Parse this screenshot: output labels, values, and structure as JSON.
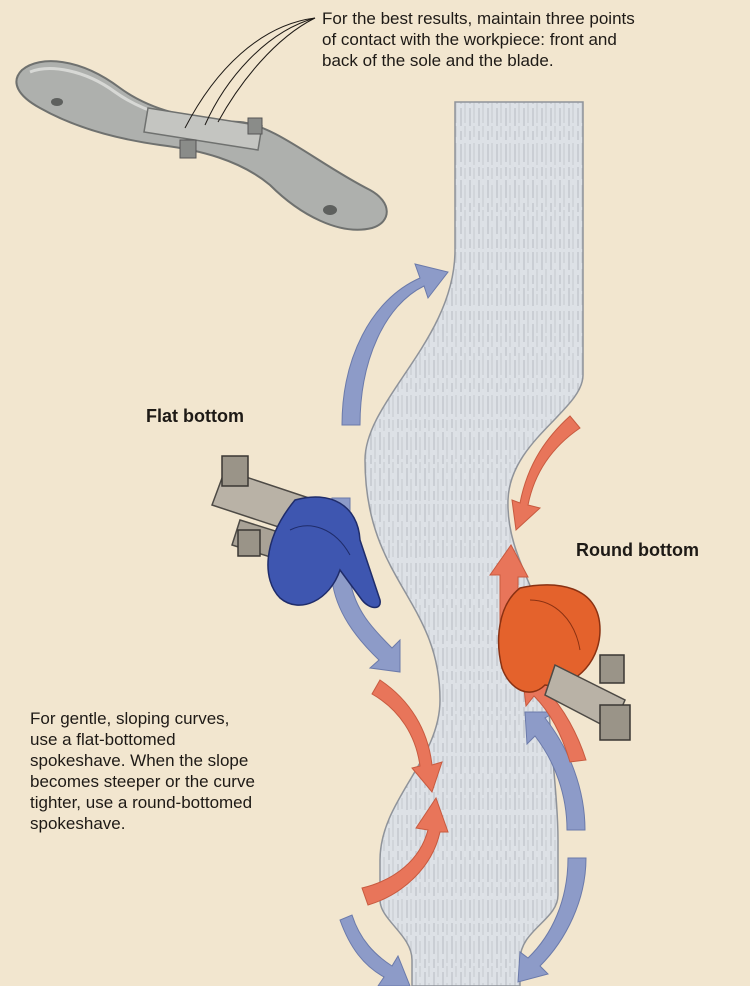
{
  "top_caption": "For the best results, maintain three points\nof contact with the workpiece: front and\nback of the sole and the blade.",
  "label_flat": "Flat bottom",
  "label_round": "Round bottom",
  "bottom_caption": "For gentle, sloping curves,\nuse a flat-bottomed\nspokeshave. When the slope\nbecomes steeper or the curve\ntighter, use a round-bottomed\nspokeshave.",
  "colors": {
    "background": "#f2e6cf",
    "workpiece": "#d9dde2",
    "arrow_blue": "#8d9bc8",
    "arrow_red": "#e8755a",
    "flat_body": "#3e56b0",
    "round_body": "#e4622c",
    "metal": "#b9b2a6"
  }
}
